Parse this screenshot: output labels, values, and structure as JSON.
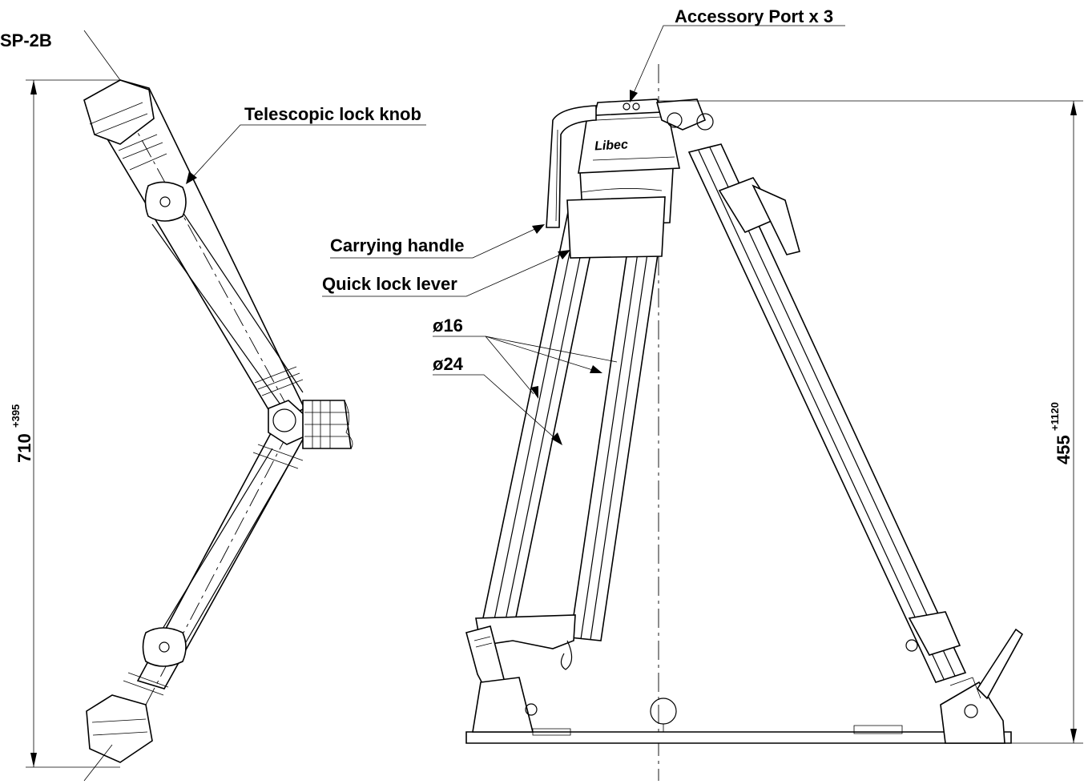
{
  "labels": {
    "model": "SP-2B",
    "accessory_port": "Accessory Port x 3",
    "telescopic_lock_knob": "Telescopic lock knob",
    "carrying_handle": "Carrying handle",
    "quick_lock_lever": "Quick lock lever",
    "dia_16": "ø16",
    "dia_24": "ø24",
    "brand": "Libec"
  },
  "dimensions": {
    "left_length": "710",
    "left_extension": "+395",
    "right_height": "455",
    "right_extension": "+1120"
  }
}
